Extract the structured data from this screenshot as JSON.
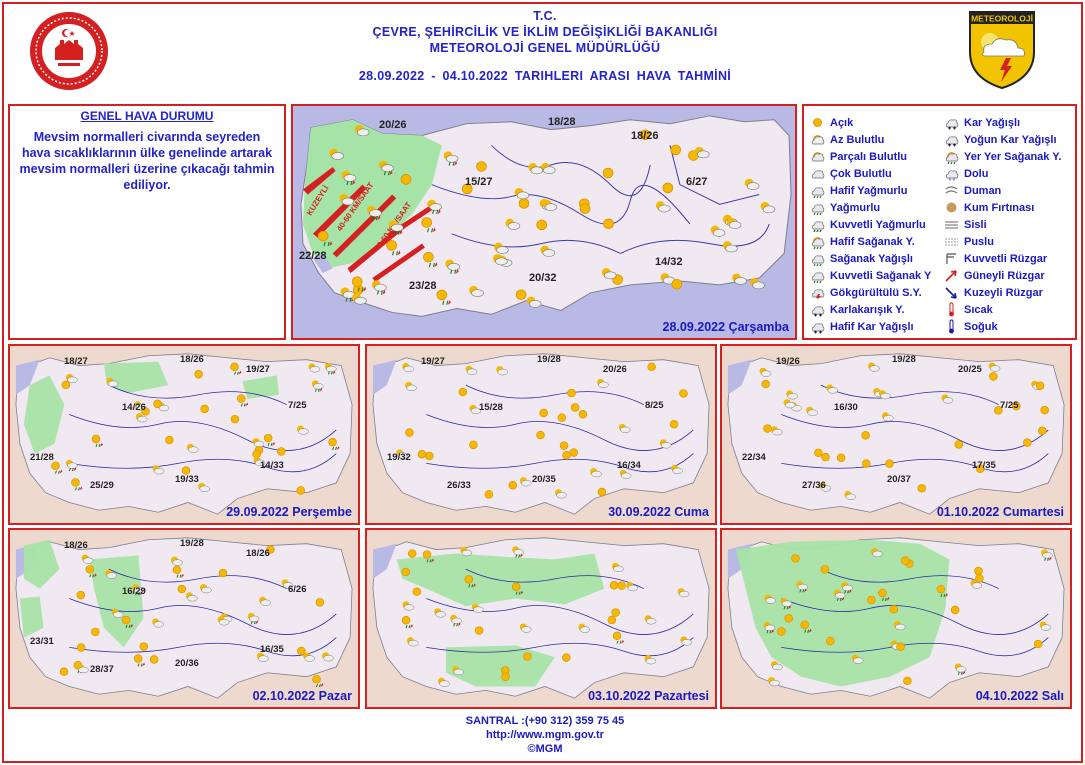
{
  "header": {
    "line1": "T.C.",
    "line2": "ÇEVRE, ŞEHİRCİLİK VE İKLİM DEĞİŞİKLİĞİ BAKANLIĞI",
    "line3": "METEOROLOJİ  GENEL  MÜDÜRLÜĞÜ",
    "period": "28.09.2022  -  04.10.2022    TARIHLERI  ARASI  HAVA  TAHMİNİ"
  },
  "logo_right_text": "METEOROLOJİ",
  "general": {
    "title": "GENEL HAVA DURUMU",
    "text": "Mevsim normalleri civarında seyreden hava sıcaklıklarının ülke genelinde artarak mevsim normalleri üzerine çıkacağı tahmin ediliyor."
  },
  "main_map": {
    "caption": "28.09.2022 Çarşamba",
    "temps": [
      "20/26",
      "18/28",
      "18/26",
      "15/27",
      "6/27",
      "22/28",
      "23/28",
      "20/32",
      "14/32"
    ],
    "wind_labels": [
      "KUZEYLİ",
      "40-60 KM/SAAT",
      "40-60 KM/SAAT"
    ]
  },
  "legend": {
    "left": [
      "Açık",
      "Az Bulutlu",
      "Parçalı Bulutlu",
      "Çok Bulutlu",
      "Hafif Yağmurlu",
      "Yağmurlu",
      "Kuvvetli Yağmurlu",
      "Hafif Sağanak Y.",
      "Sağanak Yağışlı",
      "Kuvvetli Sağanak Y",
      "Gökgürültülü S.Y.",
      "Karlakarışık Y.",
      "Hafif Kar Yağışlı"
    ],
    "right": [
      "Kar Yağışlı",
      "Yoğun Kar Yağışlı",
      "Yer Yer Sağanak Y.",
      "Dolu",
      "Duman",
      "Kum Fırtınası",
      "Sisli",
      "Puslu",
      "Kuvvetli Rüzgar",
      "Güneyli Rüzgar",
      "Kuzeyli Rüzgar",
      "Sıcak",
      "Soğuk"
    ]
  },
  "days": [
    {
      "caption": "29.09.2022 Perşembe",
      "temps": [
        "18/27",
        "18/26",
        "19/27",
        "14/26",
        "7/25",
        "21/28",
        "25/29",
        "19/33",
        "14/33"
      ]
    },
    {
      "caption": "30.09.2022 Cuma",
      "temps": [
        "19/27",
        "19/28",
        "20/26",
        "15/28",
        "8/25",
        "19/32",
        "26/33",
        "20/35",
        "16/34"
      ]
    },
    {
      "caption": "01.10.2022 Cumartesi",
      "temps": [
        "19/26",
        "19/28",
        "20/25",
        "16/30",
        "7/25",
        "22/34",
        "27/36",
        "20/37",
        "17/35"
      ]
    },
    {
      "caption": "02.10.2022 Pazar",
      "temps": [
        "18/26",
        "19/28",
        "18/26",
        "16/29",
        "6/26",
        "23/31",
        "28/37",
        "20/36",
        "16/35"
      ]
    },
    {
      "caption": "03.10.2022 Pazartesi",
      "temps": []
    },
    {
      "caption": "04.10.2022 Salı",
      "temps": []
    }
  ],
  "footer": {
    "phone": "SANTRAL :(+90 312) 359 75 45",
    "url": "http://www.mgm.gov.tr",
    "copyright": "©MGM"
  },
  "colors": {
    "border": "#d42020",
    "text": "#2323c8",
    "sea": "#b9b9e6",
    "land": "#f1e9f2",
    "rain": "#a6e3a6"
  }
}
